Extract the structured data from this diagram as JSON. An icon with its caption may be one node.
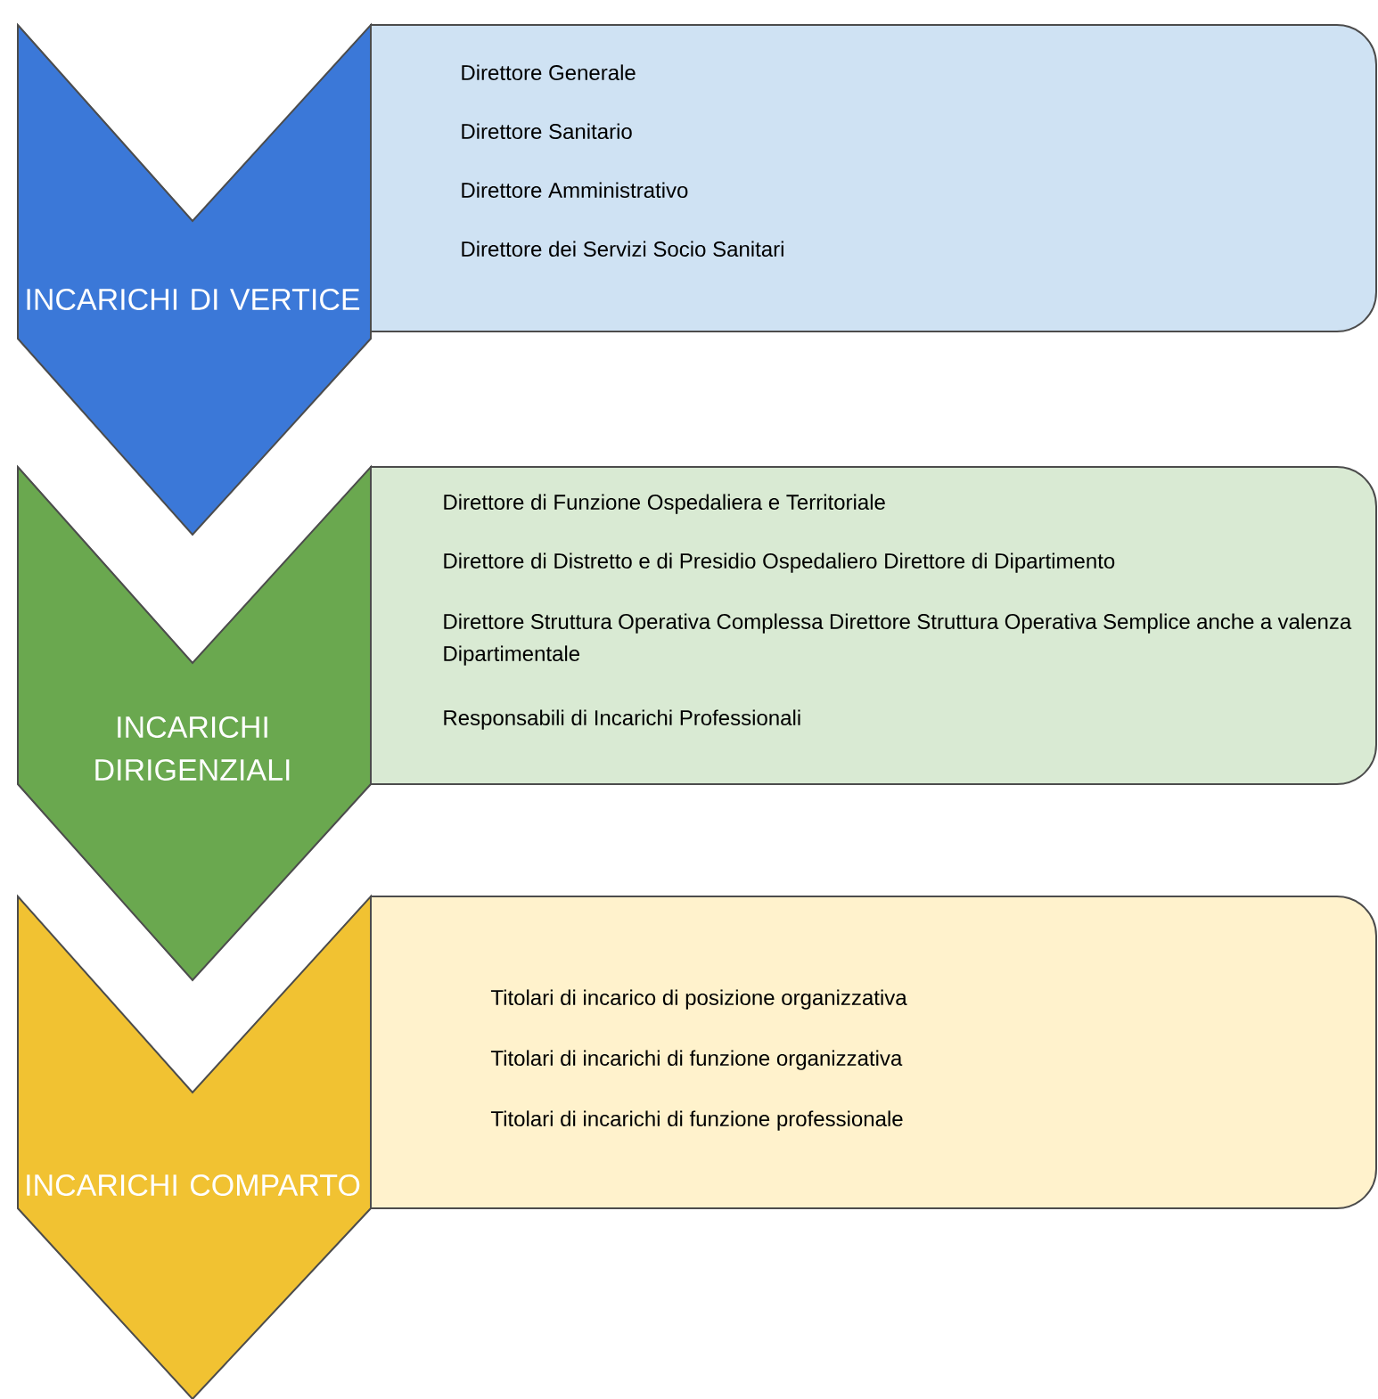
{
  "diagram": {
    "nodes": [
      {
        "text": [
          "INCARICHI DI VERTICE"
        ]
      },
      {
        "text": [
          "Direttore Generale",
          "Direttore Sanitario",
          "Direttore Amministrativo",
          "Direttore dei Servizi Socio Sanitari"
        ]
      },
      {
        "text": [
          "INCARICHI DIRIGENZIALI"
        ]
      },
      {
        "text": [
          "Direttore di Funzione Ospedaliera e Territoriale",
          "Direttore di Distretto e di Presidio Ospedaliero Direttore di Dipartimento",
          "Direttore Struttura Operativa Complessa Direttore Struttura Operativa Semplice anche a valenza Dipartimentale",
          "Responsabili di Incarichi Professionali"
        ]
      },
      {
        "text": [
          "INCARICHI COMPARTO"
        ]
      },
      {
        "text": [
          "Titolari di incarico di posizione organizzativa",
          "Titolari di incarichi di funzione organizzativa",
          "Titolari di incarichi di funzione professionale"
        ]
      }
    ]
  }
}
